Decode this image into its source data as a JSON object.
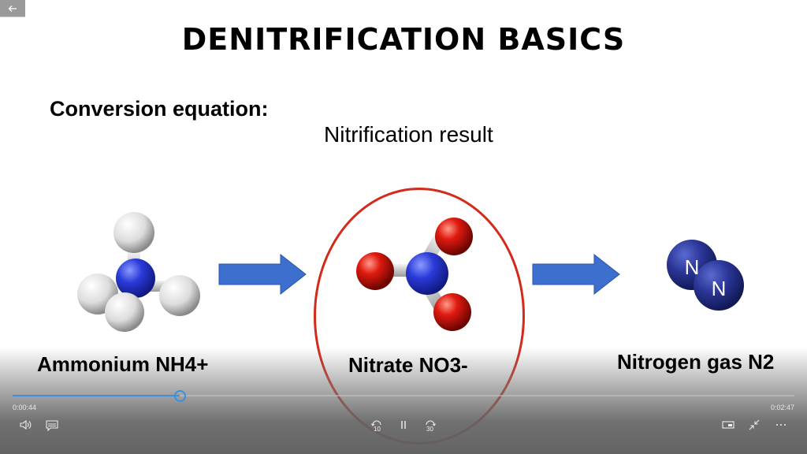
{
  "slide": {
    "title": "DENITRIFICATION BASICS",
    "subtitle": "Conversion equation:",
    "highlight_caption": "Nitrification result",
    "molecules": [
      {
        "label": "Ammonium NH4+",
        "formula": "NH4+",
        "atoms": "N (blue) + 4 H (white)"
      },
      {
        "label": "Nitrate NO3-",
        "formula": "NO3-",
        "atoms": "N (blue) + 3 O (red)"
      },
      {
        "label": "Nitrogen gas N2",
        "formula": "N2",
        "atom_letters": [
          "N",
          "N"
        ]
      }
    ],
    "colors": {
      "arrow": "#3d6fcf",
      "highlight_ellipse": "#d42a1a",
      "nitrogen_atom": "#1a2fd0",
      "oxygen_atom": "#d01a10",
      "hydrogen_atom": "#f0f0f0",
      "n2_atom": "#1f2a8c"
    }
  },
  "player": {
    "back_icon": "arrow-left-icon",
    "elapsed": "0:00:44",
    "total": "0:02:47",
    "progress_fraction": 0.214,
    "accent": "#3f8fde",
    "controls": {
      "volume_icon": "volume-icon",
      "captions_icon": "captions-icon",
      "rewind_label": "10",
      "play_pause_icon": "pause-icon",
      "forward_label": "30",
      "miniview_icon": "mini-view-icon",
      "exit_fullscreen_icon": "exit-fullscreen-icon",
      "more_icon": "more-icon"
    }
  }
}
